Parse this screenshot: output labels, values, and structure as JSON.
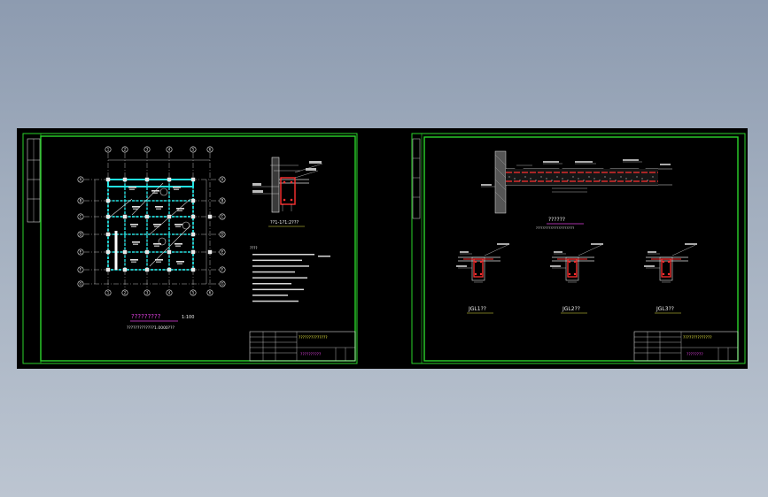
{
  "colors": {
    "viewport_top": "#8d9bb0",
    "viewport_bottom": "#bcc5d1",
    "paper": "#000000",
    "frame": "#2bd52b",
    "beam": "#22e0e0",
    "axis": "#e8e8e8",
    "rebar": "#ff3030",
    "text": "#f0f0f0",
    "label_yellow": "#e8e840",
    "label_magenta": "#e040e0"
  },
  "sheet_left": {
    "plan_title": "?????????",
    "plan_scale": "1:100",
    "plan_note": "?????????????1.0000???",
    "section_label": "??1-1?1:2???",
    "title_block": {
      "company": "??????????????",
      "drawing_name": "??????????"
    },
    "axis_labels_top": [
      "1",
      "2",
      "3",
      "4",
      "5",
      "6"
    ],
    "axis_labels_side": [
      "A",
      "B",
      "C",
      "D",
      "E",
      "F",
      "G"
    ],
    "notes_header": "????",
    "notes_lines": 9
  },
  "sheet_right": {
    "section_title": "??????",
    "section_subtitle": "????????????????????????",
    "details": [
      {
        "label": "JGL1??"
      },
      {
        "label": "JGL2??"
      },
      {
        "label": "JGL3??"
      }
    ],
    "title_block": {
      "company": "??????????????",
      "drawing_name": "????????"
    }
  }
}
